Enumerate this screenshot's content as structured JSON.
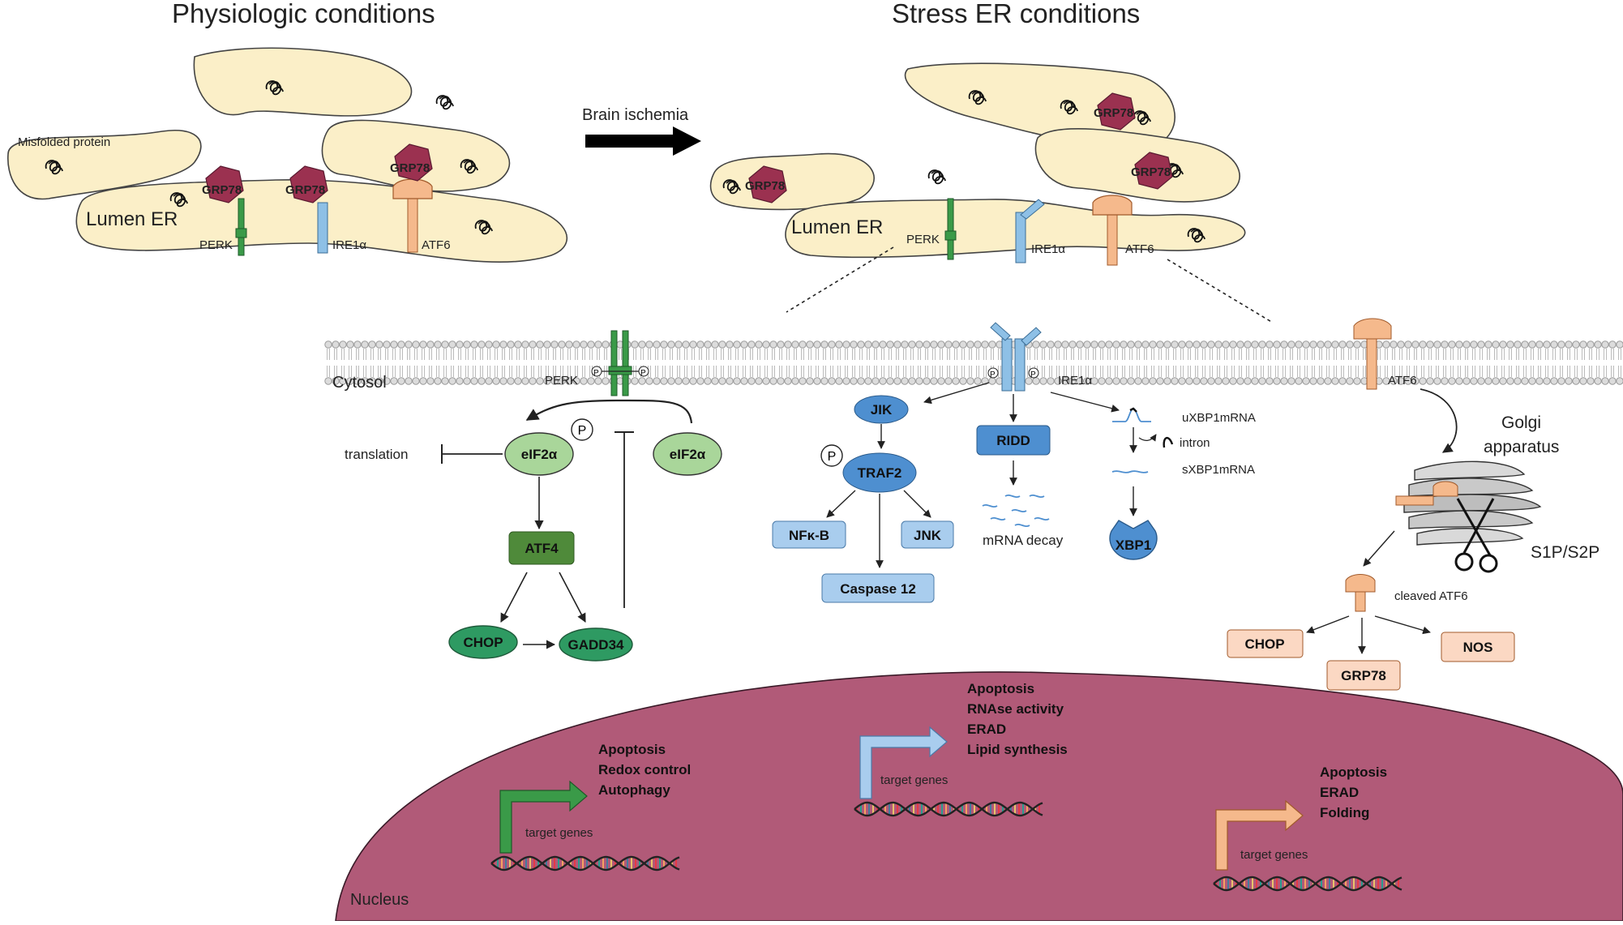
{
  "titles": {
    "physiologic": "Physiologic conditions",
    "stress": "Stress ER conditions"
  },
  "er": {
    "misfolded": "Misfolded protein",
    "lumen_left": "Lumen ER",
    "lumen_right": "Lumen ER",
    "grp78": "GRP78",
    "perk": "PERK",
    "ire1": "IRE1α",
    "atf6": "ATF6"
  },
  "arrow_label": "Brain ischemia",
  "membrane": {
    "cytosol": "Cytosol",
    "perk": "PERK",
    "ire1": "IRE1α",
    "atf6": "ATF6",
    "p": "P"
  },
  "perk_branch": {
    "translation": "translation",
    "eif2a": "eIF2α",
    "eif2a_free": "eIF2α",
    "p": "P",
    "atf4": "ATF4",
    "chop": "CHOP",
    "gadd34": "GADD34"
  },
  "ire1_branch": {
    "jik": "JIK",
    "p": "P",
    "traf2": "TRAF2",
    "nfkb": "NFκ-B",
    "jnk": "JNK",
    "caspase12": "Caspase 12",
    "ridd": "RIDD",
    "mrna_decay": "mRNA decay",
    "uxbp1": "uXBP1mRNA",
    "intron": "intron",
    "sxbp1": "sXBP1mRNA",
    "xbp1": "XBP1"
  },
  "atf6_branch": {
    "golgi_line1": "Golgi",
    "golgi_line2": "apparatus",
    "s1p_s2p": "S1P/S2P",
    "cleaved": "cleaved ATF6",
    "chop": "CHOP",
    "grp78": "GRP78",
    "nos": "NOS"
  },
  "nucleus": {
    "label": "Nucleus",
    "perk_genes": [
      "Apoptosis",
      "Redox control",
      "Autophagy"
    ],
    "ire1_genes": [
      "Apoptosis",
      "RNAse activity",
      "ERAD",
      "Lipid synthesis"
    ],
    "atf6_genes": [
      "Apoptosis",
      "ERAD",
      "Folding"
    ],
    "target_genes": "target genes"
  },
  "colors": {
    "er_fill": "#fbefc8",
    "grp78": "#9b3150",
    "perk_green": "#3a9a48",
    "ire1_blue": "#8ec0e6",
    "ire1_node": "#4e8fd0",
    "ire1_box": "#a9cdee",
    "atf6_orange": "#f5b98c",
    "atf6_box": "#fbd8c3",
    "eif2a_fill": "#a9d69a",
    "atf4_fill": "#4f8a3a",
    "dark_green": "#2e9a62",
    "nucleus": "#b15a78"
  },
  "icons": [
    "misfolded-protein-icon",
    "scissors-icon",
    "dna-icon",
    "golgi-icon"
  ]
}
